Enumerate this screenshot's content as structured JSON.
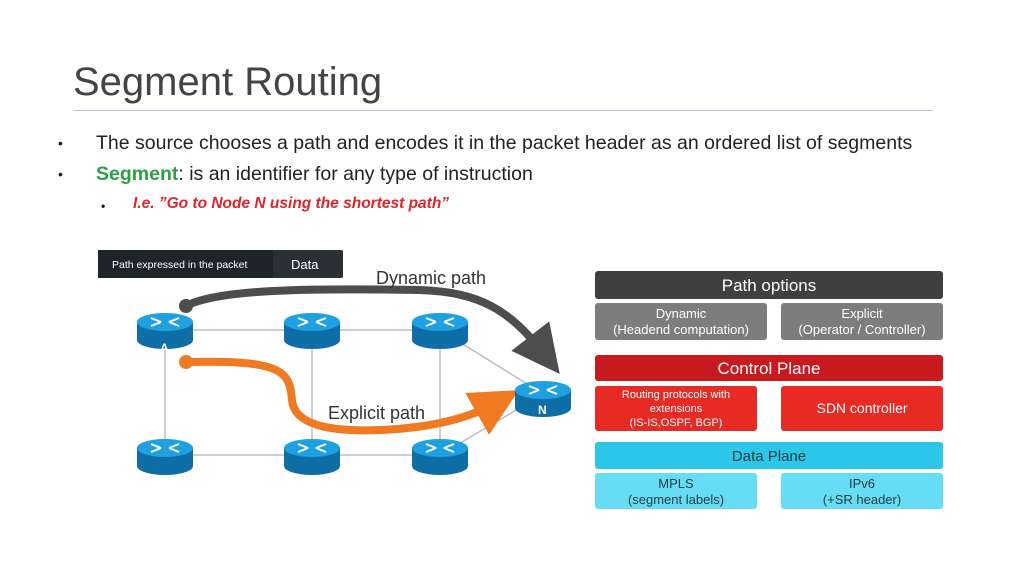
{
  "slide": {
    "title": "Segment Routing",
    "bullets": [
      {
        "text": "The source chooses a path and encodes it in the packet header as an ordered list of segments"
      },
      {
        "keyword": "Segment",
        "text": ": is an identifier for any type of instruction"
      },
      {
        "text": "I.e. ”Go to Node N using the shortest path”",
        "color": "#e0242a"
      }
    ],
    "bullet_symbol": "•"
  },
  "diagram": {
    "legend": {
      "label": "Path expressed in the packet",
      "data_label": "Data"
    },
    "dynamic_path_label": "Dynamic path",
    "explicit_path_label": "Explicit path",
    "node_a_label": "A",
    "node_n_label": "N",
    "colors": {
      "router": "#1fa0e0",
      "dynamic": "#4d4d4d",
      "explicit": "#f07a22",
      "link": "#bdbdbd"
    }
  },
  "path_options": {
    "header": "Path options",
    "dynamic": [
      "Dynamic",
      "(Headend computation)"
    ],
    "explicit": [
      "Explicit",
      "(Operator / Controller)"
    ],
    "control_plane": "Control Plane",
    "routing": [
      "Routing protocols with",
      "extensions",
      "(IS-IS,OSPF, BGP)"
    ],
    "sdn": "SDN controller",
    "data_plane": "Data Plane",
    "mpls": [
      "MPLS",
      "(segment labels)"
    ],
    "ipv6": [
      "IPv6",
      "(+SR header)"
    ],
    "colors": {
      "dark": "#3f3f3f",
      "grey": "#7d7d7d",
      "red_dark": "#c8191f",
      "red": "#e82a25",
      "cyan": "#2cc6e8",
      "cyan_light": "#66dcf5"
    }
  }
}
